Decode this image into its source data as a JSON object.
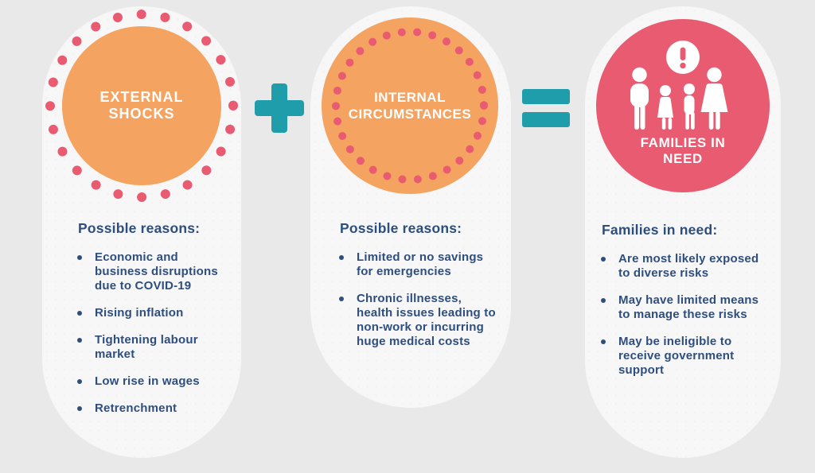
{
  "colors": {
    "background": "#e9e9ea",
    "card": "#f7f7f8",
    "orange": "#f5a361",
    "pink": "#e85b70",
    "teal": "#1f9dab",
    "navy": "#2e4e7e"
  },
  "icons": {
    "plus": "plus-icon",
    "equals": "equals-icon",
    "family": "family-icon",
    "warning": "exclamation-icon",
    "dotted_ring": "dotted-ring-icon"
  },
  "cards": [
    {
      "id": "external-shocks",
      "circle_label": "EXTERNAL SHOCKS",
      "heading": "Possible reasons:",
      "bullets": [
        "Economic and business disruptions due to COVID-19",
        "Rising inflation",
        "Tightening labour market",
        "Low rise in wages",
        "Retrenchment"
      ]
    },
    {
      "id": "internal-circumstances",
      "circle_label": "INTERNAL CIRCUMSTANCES",
      "heading": "Possible reasons:",
      "bullets": [
        "Limited or no savings for emergencies",
        "Chronic illnesses, health issues leading to non-work or incurring huge medical costs"
      ]
    },
    {
      "id": "families-in-need",
      "circle_label": "FAMILIES IN NEED",
      "heading": "Families in need:",
      "bullets": [
        "Are most likely exposed to diverse risks",
        "May have limited means to manage these risks",
        "May be ineligible to receive government support"
      ]
    }
  ]
}
